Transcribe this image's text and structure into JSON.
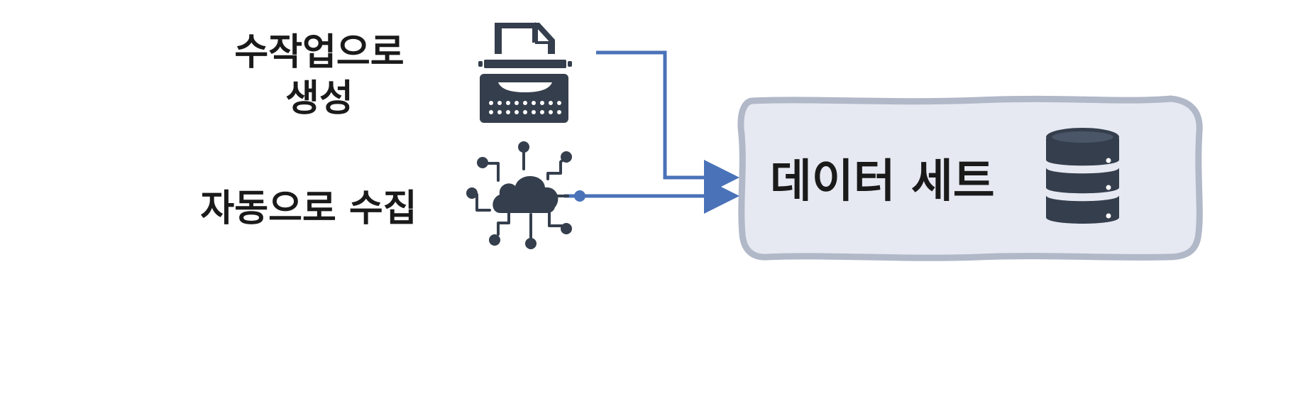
{
  "sources": {
    "manual": {
      "label_line1": "수작업으로",
      "label_line2": "생성",
      "icon": "typewriter-icon"
    },
    "auto": {
      "label": "자동으로 수집",
      "icon": "cloud-network-icon"
    }
  },
  "target": {
    "label": "데이터 세트",
    "icon": "database-icon"
  },
  "colors": {
    "arrow": "#4a72b8",
    "icon": "#353e4c",
    "box_fill": "#e6e9f2",
    "box_stroke": "#b1b8c8"
  }
}
